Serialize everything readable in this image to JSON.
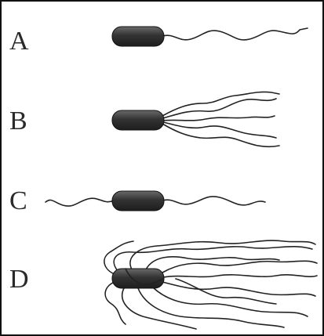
{
  "panels": [
    {
      "label": "A",
      "arrangement": "monotrichous"
    },
    {
      "label": "B",
      "arrangement": "lophotrichous"
    },
    {
      "label": "C",
      "arrangement": "amphitrichous"
    },
    {
      "label": "D",
      "arrangement": "peritrichous"
    }
  ],
  "colors": {
    "border": "#111111",
    "cell_body": "#333333",
    "flagellum": "#222222",
    "label": "#2a2a2a"
  }
}
